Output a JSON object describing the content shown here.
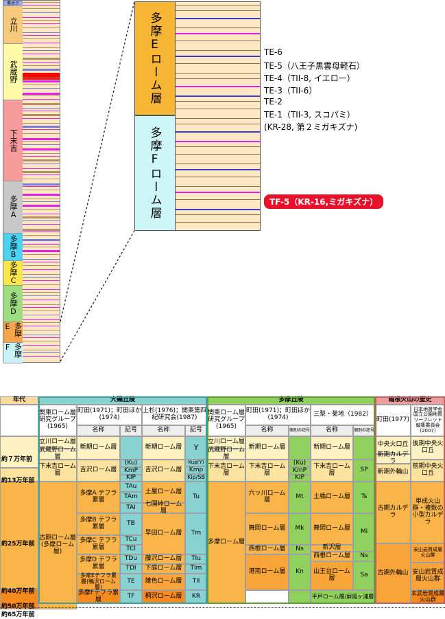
{
  "left_column": {
    "segments": [
      {
        "label": "黒ボク",
        "color": "#9aa9e8"
      },
      {
        "label": "立川",
        "color": "#f6c97c"
      },
      {
        "label": "武蔵野",
        "color": "#fdf9a7"
      },
      {
        "label": "下末吉",
        "color": "#f59b9b"
      },
      {
        "label": "多摩A",
        "color": "#c8c8c8"
      },
      {
        "label": "多摩B",
        "color": "#4bd2f0"
      },
      {
        "label": "多摩C",
        "color": "#fae64a"
      },
      {
        "label": "多摩D",
        "color": "#9fdd83"
      },
      {
        "label": "多摩E",
        "color": "#f6a54a"
      },
      {
        "label": "多摩F",
        "color": "#c9f2f6"
      }
    ]
  },
  "zoom": {
    "upper": {
      "label": "多摩Eローム層",
      "color": "#f7b534"
    },
    "lower": {
      "label": "多摩Fローム層",
      "color": "#ccf6f8"
    }
  },
  "tephra_labels": [
    "TE-6",
    "TE-5（八王子黒雲母軽石）",
    "TE-4（TII-8, イエロー）",
    "TE-3（TII-6）",
    "TE-2",
    "TE-1（TII-3, スコパミ）",
    "(KR-28, 第２ミガキズナ)"
  ],
  "highlight_label": "TF-5（KR-16,ミガキズナ）",
  "table": {
    "headers": {
      "age": "年代",
      "oiso": "大磯丘陵",
      "tama": "多摩丘陵",
      "hakone": "箱根火山の歴史",
      "kanto": "関東ローム層研究グループ(1965)",
      "machida": "町田(1971)；町田ほか(1974)",
      "uesugi": "上杉(1976)；関東第四紀研究会(1987)",
      "kanto2": "関東ローム層研究グループ(1965)",
      "machida2": "町田(1971)；町田ほか(1974)",
      "misato": "三梨・菊地（1982）",
      "machida77": "町田(1977)",
      "nihon": "日本地質学会国立公園地質リーフレット編集委員会(2007)",
      "name": "名称",
      "sym": "記号",
      "kobetsu": "個別の記号"
    },
    "ages": [
      "約７万年前",
      "約13万年前",
      "約25万年前",
      "約40万年前",
      "約50万年前",
      "約65万年前"
    ],
    "kanto_cells": [
      "立川ローム層",
      "武蔵野ローム層",
      "下末吉ローム層",
      "古期ローム層(多摩ローム層)"
    ],
    "machida_names": [
      "新期ローム層",
      "吉沢ローム層",
      "多摩A テフラ累層",
      "多摩B テフラ累層",
      "多摩C テフラ累層",
      "多摩D テフラ累層",
      "多摩Eテフラ累層(鴨沢ローム層)",
      "多摩Fテフラ累層"
    ],
    "machida_syms": [
      "(Ku)",
      "KmP",
      "KIP",
      "TAu",
      "TAm",
      "TAI",
      "TB",
      "TCu",
      "TCl",
      "TDu",
      "TDI",
      "TE",
      "TF"
    ],
    "uesugi_names": [
      "新期ローム層",
      "吉沢ローム層",
      "土屋ローム層",
      "七国峠ローム層",
      "早田ローム層",
      "藤沢ローム層",
      "下庭ローム層",
      "雑色ローム層",
      "桐沢ローム層"
    ],
    "uesugi_syms": [
      "Y",
      "Kup(Y)",
      "Kmp",
      "Kip/SB",
      "Tu",
      "Tm",
      "TIu",
      "TIm",
      "TII",
      "KR"
    ],
    "kanto2_cells": [
      "立川ローム層",
      "武蔵野ローム層",
      "下末吉ローム層",
      "多摩ローム層"
    ],
    "machida2_names": [
      "新期ローム層",
      "下末吉ローム層",
      "六ッ川ローム層",
      "舞岡ローム層",
      "西根ローム層",
      "港南ローム層"
    ],
    "machida2_syms": [
      "(Ku)",
      "KmP",
      "KIP",
      "Mt",
      "Mk",
      "Ns",
      "Kn"
    ],
    "misato_names": [
      "新期ローム層",
      "下末吉ローム層",
      "土橋ローム層",
      "舞岡ローム層",
      "新沢層",
      "西根ローム層",
      "山王台ローム層",
      "平戸ローム層/屏風ヶ浦層"
    ],
    "misato_syms": [
      "SP",
      "Ts",
      "Mi",
      "Ns",
      "Sa"
    ],
    "machida77_cells": [
      "中央火口丘",
      "新期カルデラ",
      "新期外輪山",
      "古期カルデラ",
      "古期外輪山"
    ],
    "nihon_cells": [
      "後期中央火口丘",
      "前期中央火口丘",
      "単成火山群・複数の小型カルデラ",
      "安山岩質成層火山群",
      "安山岩質成層火山群",
      "玄武岩質成層火山群"
    ]
  }
}
